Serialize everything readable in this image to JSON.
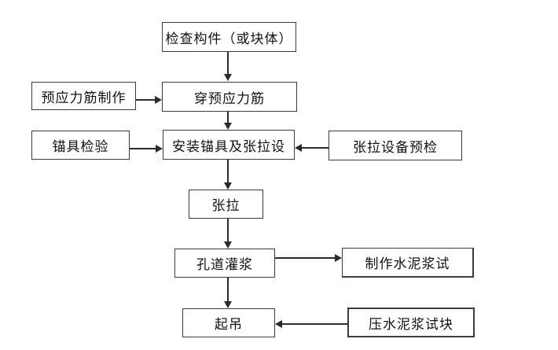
{
  "diagram": {
    "type": "flowchart",
    "colors": {
      "border": "#3c3c3c",
      "text": "#111111",
      "arrow": "#2b2b2b",
      "background": "#ffffff"
    },
    "nodes": {
      "inspect_component": {
        "label": "检查构件（或块体）"
      },
      "prestress_tendon_fabrication": {
        "label": "预应力筋制作"
      },
      "thread_prestress_tendon": {
        "label": "穿预应力筋"
      },
      "anchorage_inspection": {
        "label": "锚具检验"
      },
      "install_anchorage_tensioning": {
        "label": "安装锚具及张拉设"
      },
      "tensioning_equipment_precheck": {
        "label": "张拉设备预检"
      },
      "tensioning": {
        "label": "张拉"
      },
      "duct_grouting": {
        "label": "孔道灌浆"
      },
      "make_cement_grout_test": {
        "label": "制作水泥浆试"
      },
      "lifting": {
        "label": "起吊"
      },
      "press_cement_grout_test_block": {
        "label": "压水泥浆试块"
      }
    },
    "edges": [
      {
        "from": "inspect_component",
        "to": "thread_prestress_tendon",
        "direction": "down"
      },
      {
        "from": "prestress_tendon_fabrication",
        "to": "thread_prestress_tendon",
        "direction": "right"
      },
      {
        "from": "thread_prestress_tendon",
        "to": "install_anchorage_tensioning",
        "direction": "down"
      },
      {
        "from": "anchorage_inspection",
        "to": "install_anchorage_tensioning",
        "direction": "right"
      },
      {
        "from": "tensioning_equipment_precheck",
        "to": "install_anchorage_tensioning",
        "direction": "left"
      },
      {
        "from": "install_anchorage_tensioning",
        "to": "tensioning",
        "direction": "down"
      },
      {
        "from": "tensioning",
        "to": "duct_grouting",
        "direction": "down"
      },
      {
        "from": "duct_grouting",
        "to": "make_cement_grout_test",
        "direction": "right"
      },
      {
        "from": "duct_grouting",
        "to": "lifting",
        "direction": "down"
      },
      {
        "from": "press_cement_grout_test_block",
        "to": "lifting",
        "direction": "left"
      }
    ]
  }
}
